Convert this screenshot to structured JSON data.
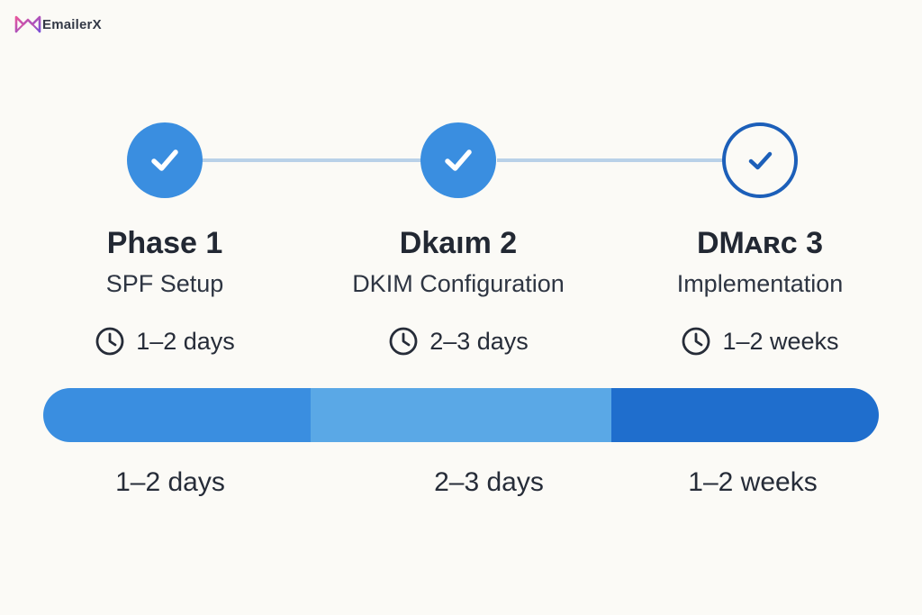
{
  "brand": {
    "name": "EmailerX",
    "icon": "envelope-m-logo-icon"
  },
  "colors": {
    "background": "#fbfaf6",
    "step_fill": "#3a8ee0",
    "step_outline": "#1c5fb9",
    "connector": "#b9d1e8",
    "bar_segment_1": "#3a8ee0",
    "bar_segment_2": "#5aa8e6",
    "bar_segment_3": "#1f6ecd"
  },
  "steps": [
    {
      "title": "Phase 1",
      "subtitle": "SPF Setup",
      "duration": "1–2 days",
      "status": "completed",
      "icon": "check-icon"
    },
    {
      "title": "Dkaım 2",
      "subtitle": "DKIM Configuration",
      "duration": "2–3 days",
      "status": "completed",
      "icon": "check-icon"
    },
    {
      "title": "DMᴀʀᴄ 3",
      "subtitle": "Implementation",
      "duration": "1–2 weeks",
      "status": "current",
      "icon": "check-icon"
    }
  ],
  "progress_bar": {
    "segments": [
      {
        "label": "1–2 days",
        "share": 0.32
      },
      {
        "label": "2–3 days",
        "share": 0.36
      },
      {
        "label": "1–2 weeks",
        "share": 0.32
      }
    ]
  }
}
